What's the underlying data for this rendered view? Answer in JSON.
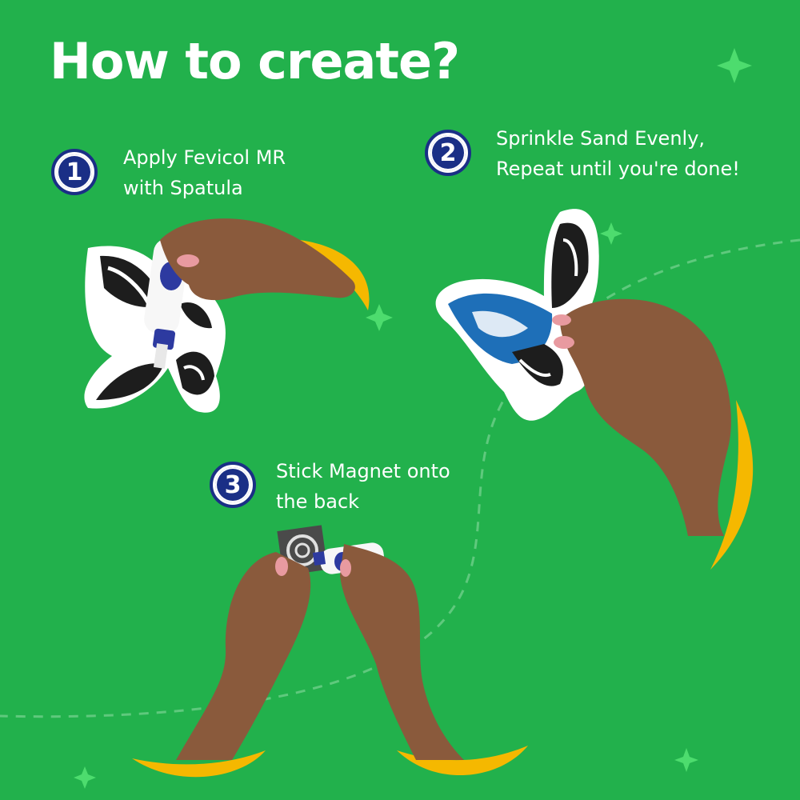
{
  "title": "How to create?",
  "colors": {
    "background": "#22b14c",
    "accent": "#f5b800",
    "badge": "#1a2f86",
    "text": "#ffffff"
  },
  "steps": [
    {
      "number": "1",
      "lines": [
        "Apply Fevicol MR",
        "with Spatula"
      ]
    },
    {
      "number": "2",
      "lines": [
        "Sprinkle Sand Evenly,",
        "Repeat until you're done!"
      ]
    },
    {
      "number": "3",
      "lines": [
        "Stick Magnet onto",
        "the back"
      ]
    }
  ],
  "icons": [
    "sparkle-icon",
    "butterfly-icon",
    "glue-bottle-icon",
    "hand-icon",
    "magnet-icon"
  ]
}
